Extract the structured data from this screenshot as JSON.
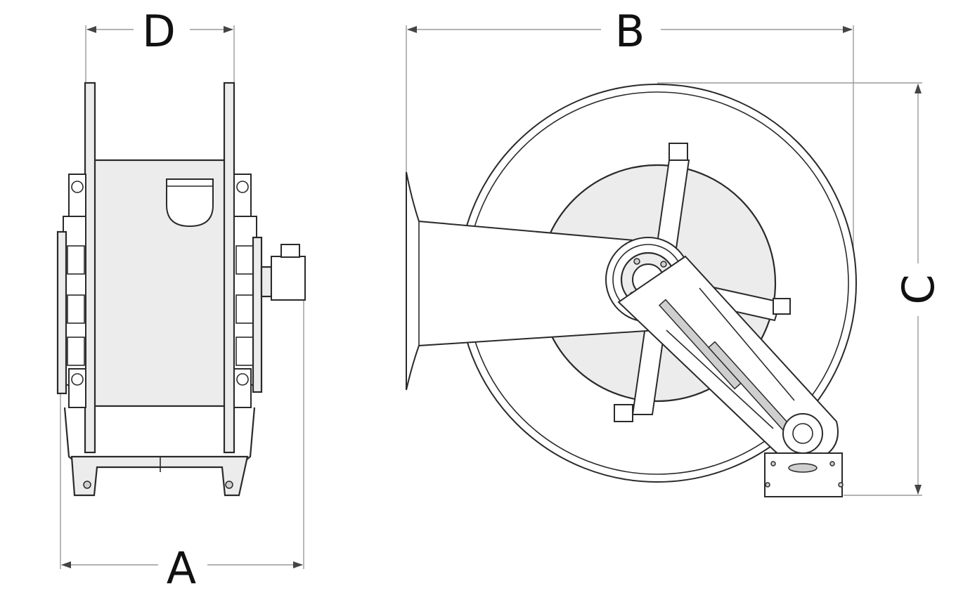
{
  "diagram": {
    "dimension_labels": {
      "a": "A",
      "b": "B",
      "c": "C",
      "d": "D"
    },
    "colors": {
      "line": "#2a2a2a",
      "dimension_line": "#9a9a9a",
      "fill_light": "#ececec",
      "background": "#ffffff"
    }
  }
}
